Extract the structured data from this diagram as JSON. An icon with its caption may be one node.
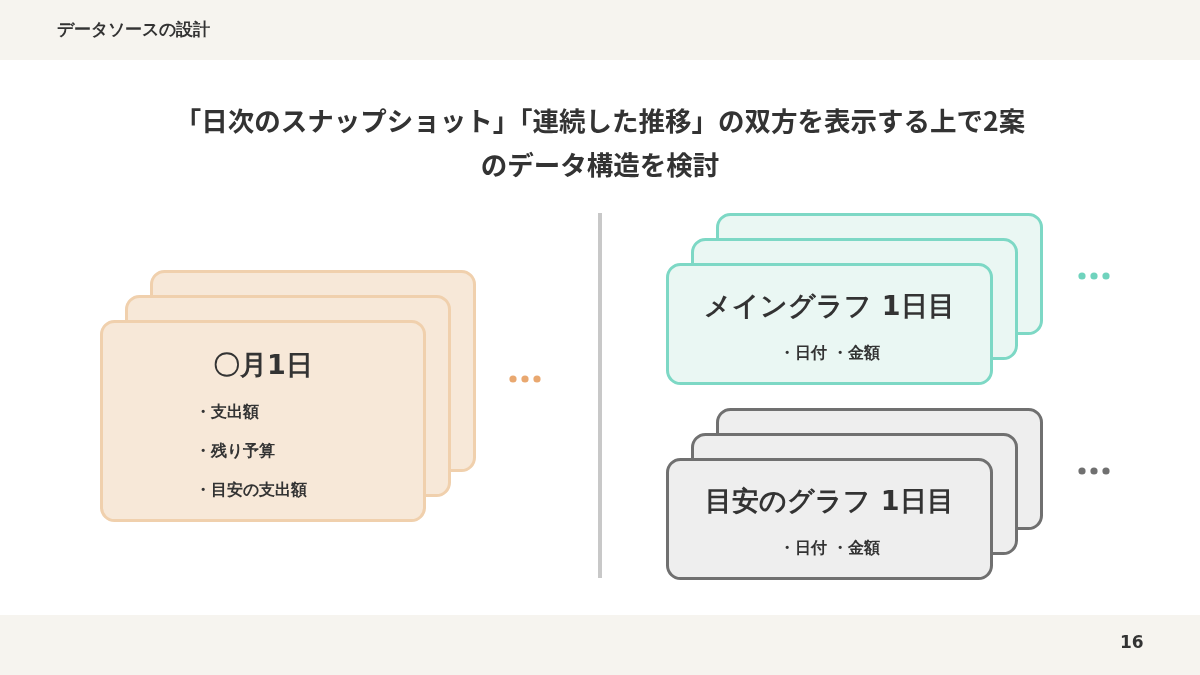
{
  "diagram": {
    "title": "「日次のスナップショット」「連続した推移」の双方を表示する上で2案のデータ構造を検討",
    "nodes": [
      {
        "text": [
          "〇月1日",
          "・支出額",
          "・残り予算",
          "・目安の支出額"
        ]
      },
      {
        "text": [
          "メイングラフ 1日目",
          "・日付 ・金額"
        ]
      },
      {
        "text": [
          "目安のグラフ 1日目",
          "・日付 ・金額"
        ]
      }
    ],
    "labels": [
      "データソースの設計",
      "16"
    ]
  }
}
